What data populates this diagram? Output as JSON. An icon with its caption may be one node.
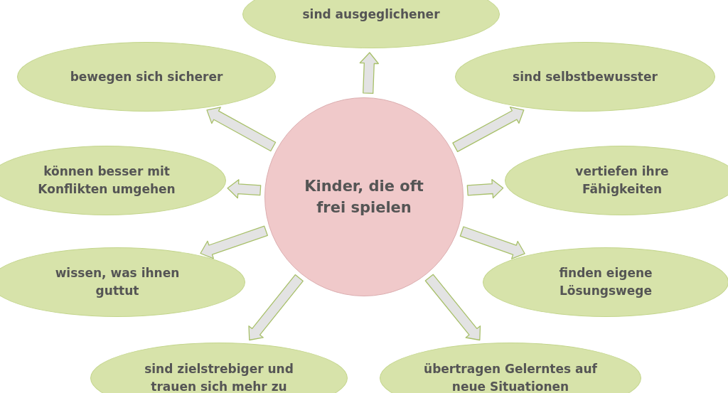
{
  "diagram": {
    "nodes": [
      {
        "text": [
          "sind ausgeglichener"
        ]
      },
      {
        "text": [
          "bewegen sich sicherer"
        ]
      },
      {
        "text": [
          "sind selbstbewusster"
        ]
      },
      {
        "text": [
          "können besser mit Konflikten umgehen"
        ]
      },
      {
        "text": [
          "Kinder, die oft frei spielen"
        ]
      },
      {
        "text": [
          "vertiefen ihre Fähigkeiten"
        ]
      },
      {
        "text": [
          "wissen, was ihnen guttut"
        ]
      },
      {
        "text": [
          "finden eigene Lösungswege"
        ]
      },
      {
        "text": [
          "sind zielstrebiger und trauen sich mehr zu"
        ]
      },
      {
        "text": [
          "übertragen Gelerntes auf neue Situationen"
        ]
      }
    ],
    "edges": [
      {
        "from": 4,
        "to": 0,
        "arrow": "to"
      },
      {
        "from": 4,
        "to": 1,
        "arrow": "to"
      },
      {
        "from": 4,
        "to": 2,
        "arrow": "to"
      },
      {
        "from": 4,
        "to": 3,
        "arrow": "to"
      },
      {
        "from": 4,
        "to": 5,
        "arrow": "to"
      },
      {
        "from": 4,
        "to": 6,
        "arrow": "to"
      },
      {
        "from": 4,
        "to": 7,
        "arrow": "to"
      },
      {
        "from": 4,
        "to": 8,
        "arrow": "to"
      },
      {
        "from": 4,
        "to": 9,
        "arrow": "to"
      }
    ]
  }
}
